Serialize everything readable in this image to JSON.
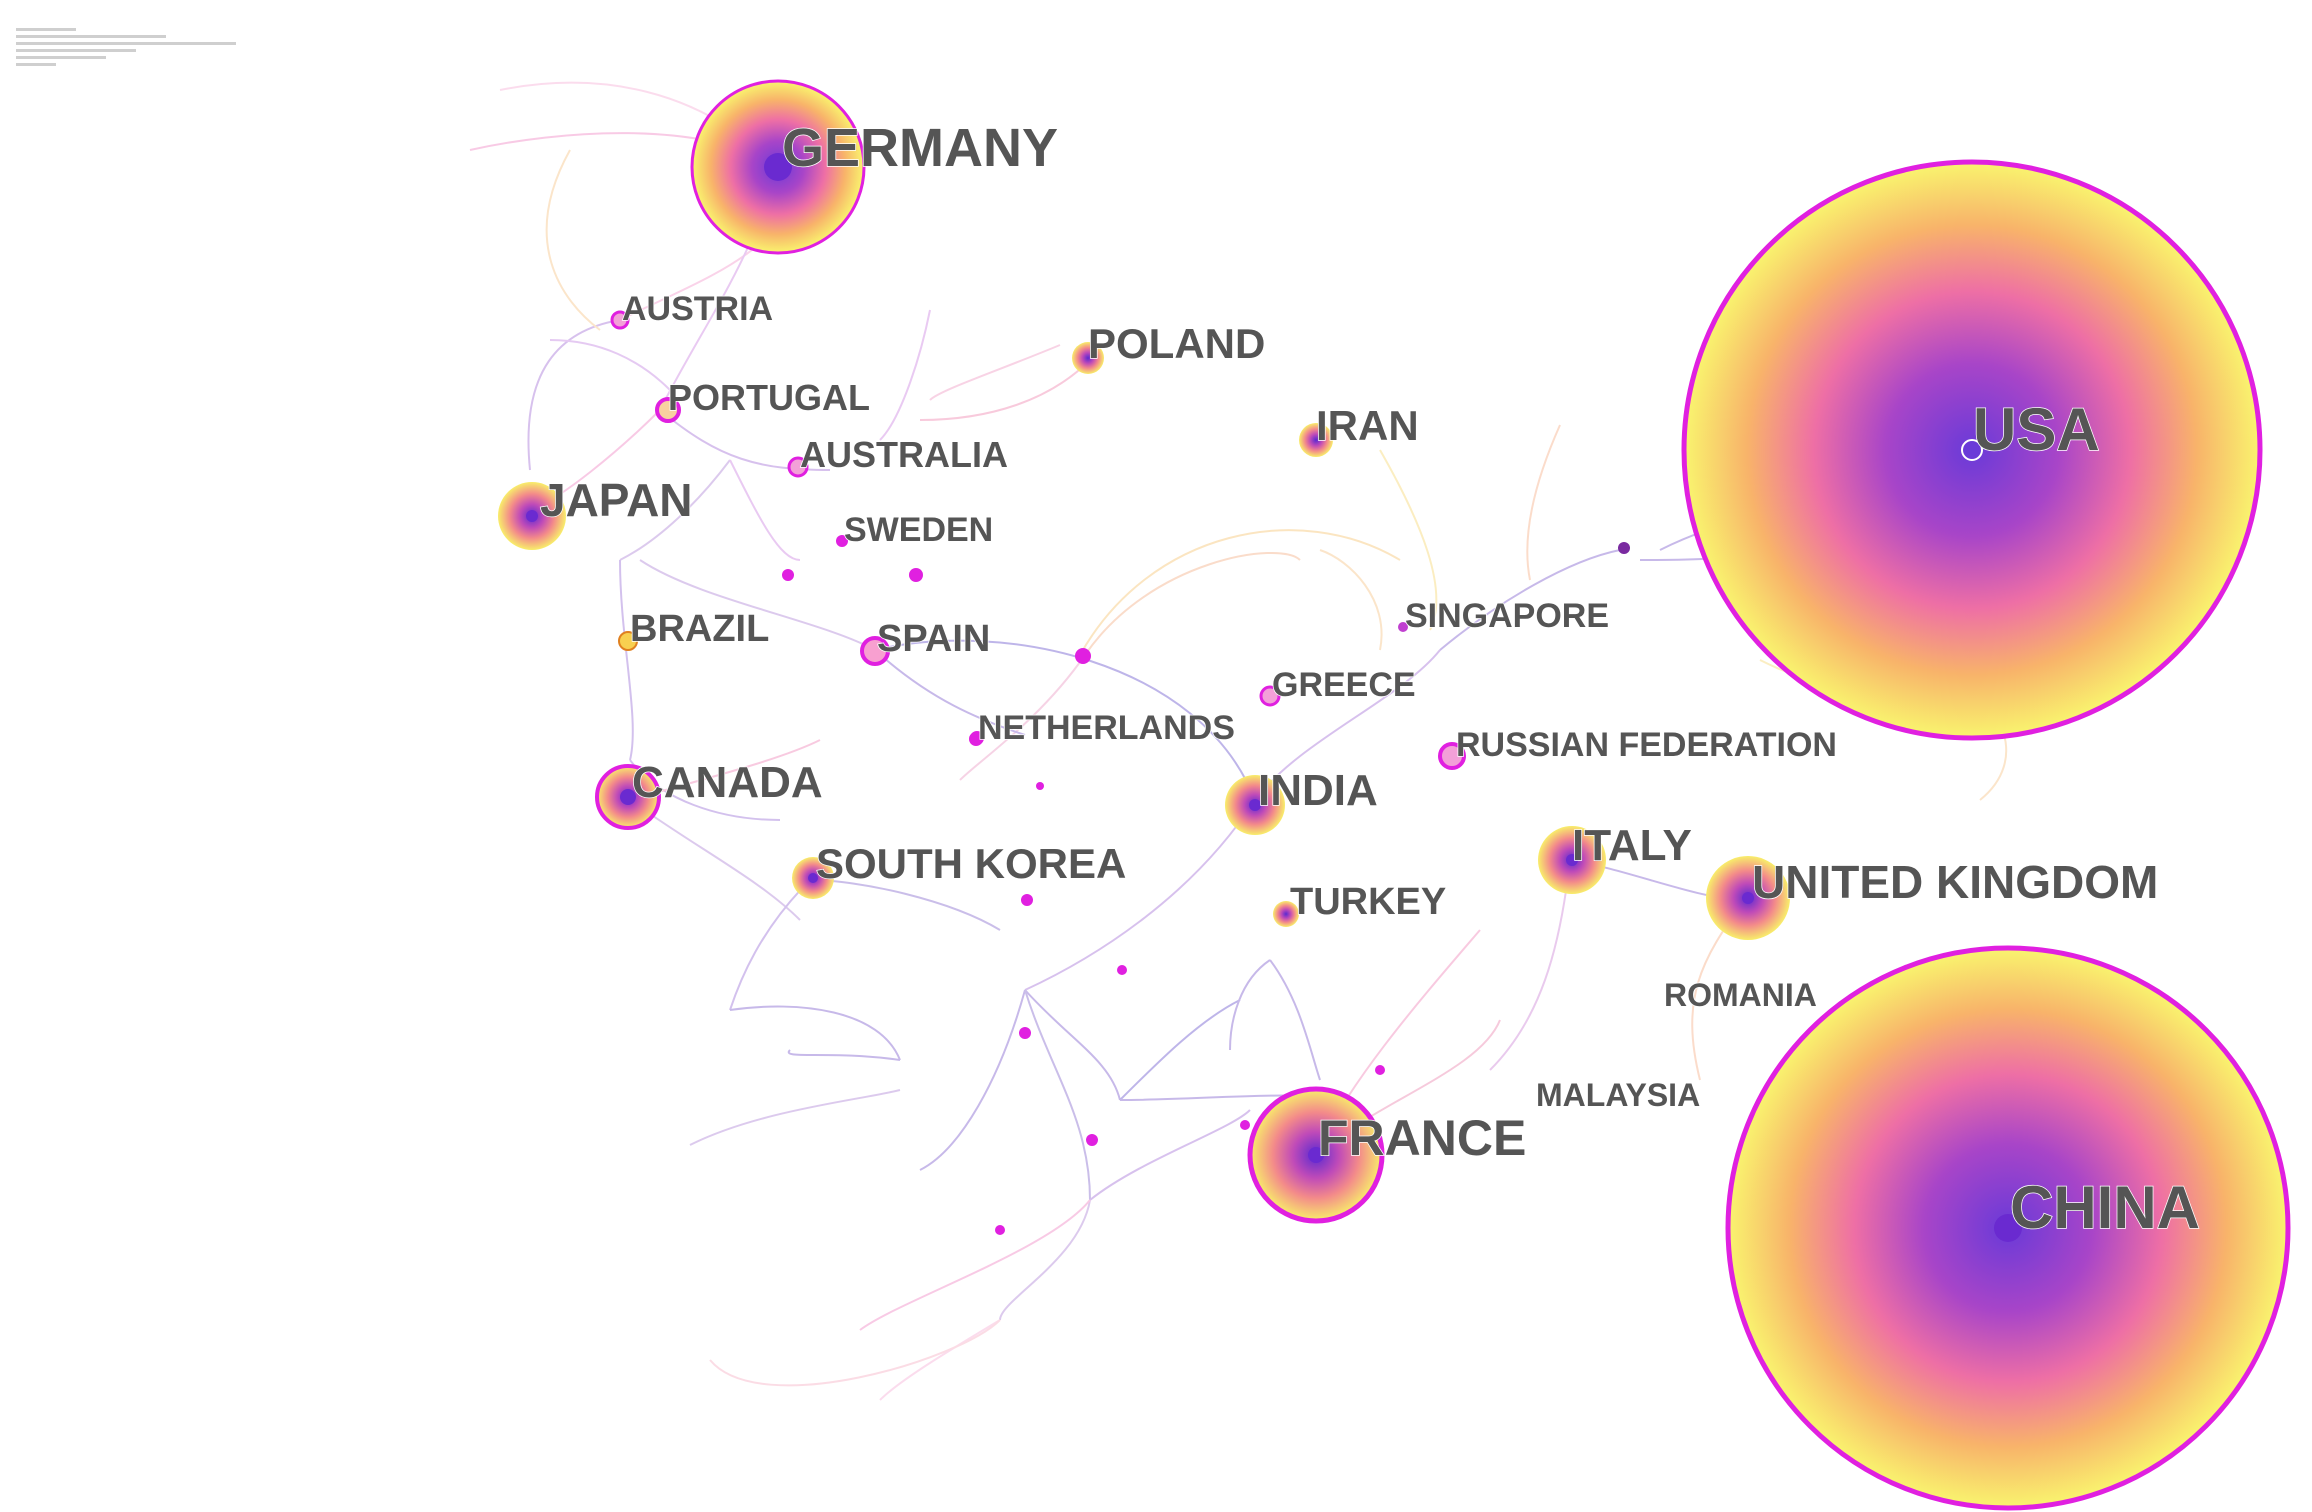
{
  "network": {
    "nodes": [
      {
        "id": "germany",
        "label": "GERMANY",
        "size": "large"
      },
      {
        "id": "usa",
        "label": "USA",
        "size": "xlarge"
      },
      {
        "id": "china",
        "label": "CHINA",
        "size": "xlarge"
      },
      {
        "id": "france",
        "label": "FRANCE",
        "size": "medium"
      },
      {
        "id": "japan",
        "label": "JAPAN",
        "size": "small"
      },
      {
        "id": "canada",
        "label": "CANADA",
        "size": "small"
      },
      {
        "id": "india",
        "label": "INDIA",
        "size": "small"
      },
      {
        "id": "italy",
        "label": "ITALY",
        "size": "small"
      },
      {
        "id": "united-kingdom",
        "label": "UNITED KINGDOM",
        "size": "small"
      },
      {
        "id": "south-korea",
        "label": "SOUTH KOREA",
        "size": "tiny"
      },
      {
        "id": "poland",
        "label": "POLAND",
        "size": "tiny"
      },
      {
        "id": "iran",
        "label": "IRAN",
        "size": "tiny"
      },
      {
        "id": "austria",
        "label": "AUSTRIA",
        "size": "dot"
      },
      {
        "id": "portugal",
        "label": "PORTUGAL",
        "size": "dot"
      },
      {
        "id": "australia",
        "label": "AUSTRALIA",
        "size": "dot"
      },
      {
        "id": "sweden",
        "label": "SWEDEN",
        "size": "dot"
      },
      {
        "id": "brazil",
        "label": "BRAZIL",
        "size": "dot"
      },
      {
        "id": "spain",
        "label": "SPAIN",
        "size": "dot"
      },
      {
        "id": "netherlands",
        "label": "NETHERLANDS",
        "size": "dot"
      },
      {
        "id": "greece",
        "label": "GREECE",
        "size": "dot"
      },
      {
        "id": "singapore",
        "label": "SINGAPORE",
        "size": "dot"
      },
      {
        "id": "russian-federation",
        "label": "RUSSIAN FEDERATION",
        "size": "dot"
      },
      {
        "id": "turkey",
        "label": "TURKEY",
        "size": "tiny"
      },
      {
        "id": "romania",
        "label": "ROMANIA",
        "size": "none"
      },
      {
        "id": "malaysia",
        "label": "MALAYSIA",
        "size": "none"
      }
    ],
    "colors": {
      "outer": "#f8f06a",
      "mid": "#f07ab0",
      "inner": "#8a3ad0",
      "ring": "#e020e0",
      "label": "#555555"
    }
  }
}
